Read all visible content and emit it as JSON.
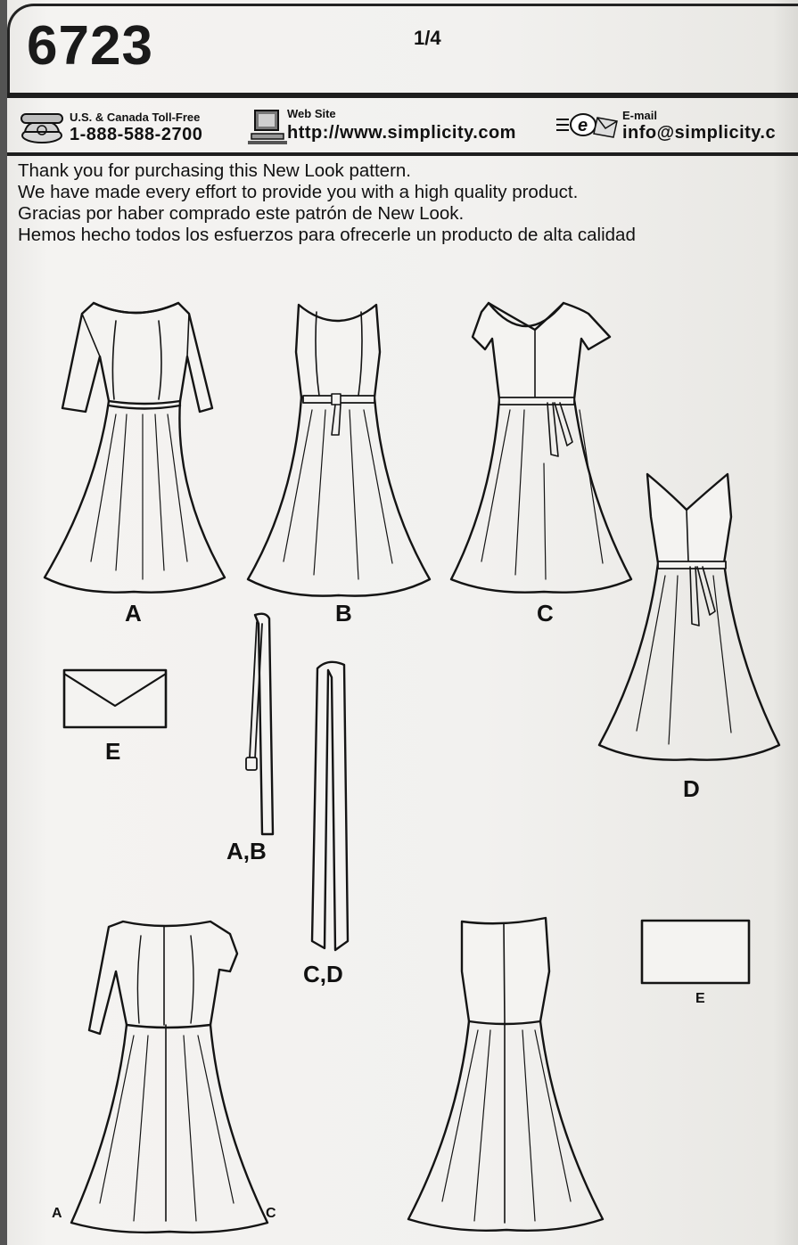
{
  "header": {
    "pattern_number": "6723",
    "page_indicator": "1/4"
  },
  "contacts": {
    "phone_label": "U.S. & Canada Toll-Free",
    "phone_number": "1-888-588-2700",
    "web_label": "Web Site",
    "web_url": "http://www.simplicity.com",
    "email_label": "E-mail",
    "email_address": "info@simplicity.c"
  },
  "intro_lines": [
    "Thank you for purchasing this New Look pattern.",
    "We have made every effort to provide you with a high quality product.",
    "Gracias por haber comprado este patrón de New Look.",
    "Hemos hecho todos los esfuerzos para ofrecerle un producto de alta calidad"
  ],
  "view_labels": {
    "a": "A",
    "b": "B",
    "c": "C",
    "d": "D",
    "e": "E",
    "belt_ab": "A,B",
    "sash_cd": "C,D",
    "clutch_e_back": "E",
    "back_left_a": "A",
    "back_left_c": "C"
  },
  "icons": {
    "phone": "telephone-icon",
    "web": "computer-icon",
    "email": "envelope-icon"
  }
}
